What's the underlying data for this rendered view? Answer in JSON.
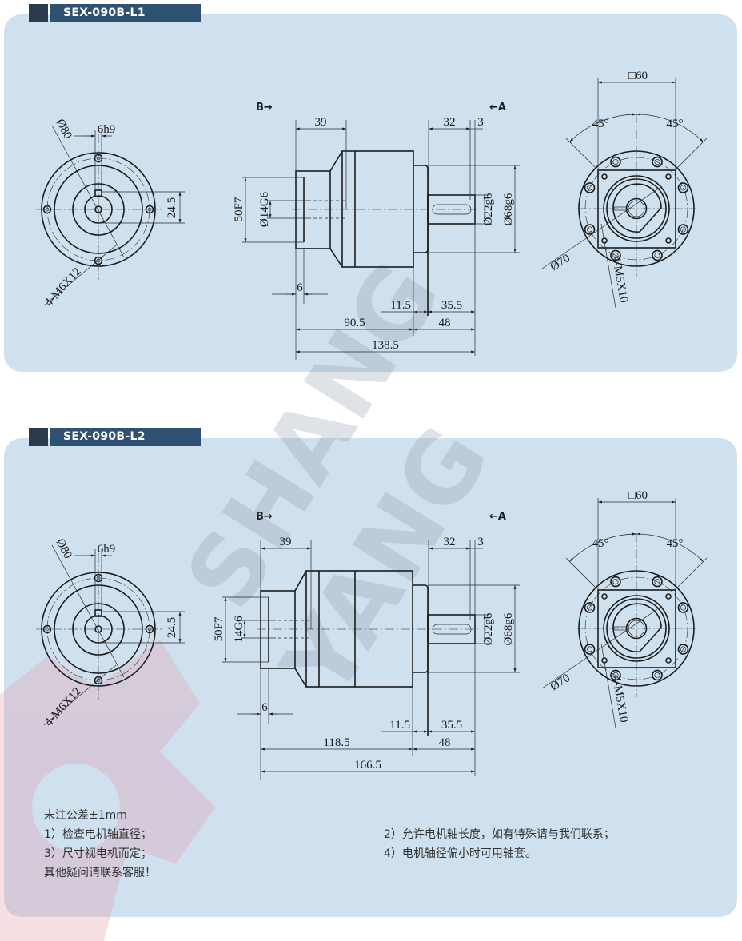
{
  "colors": {
    "panel_bg": "#cfe0ef",
    "tab_bar": "#2f5273",
    "tab_square": "#2b3a4d",
    "line": "#1c1c1c",
    "watermark_gray": "#8f9aa7",
    "watermark_red": "#e3a0ad"
  },
  "watermark": {
    "line1": "SHANG",
    "line2": "YANG"
  },
  "panels": [
    {
      "title": "SEX-090B-L1",
      "view_b": "B→",
      "view_a": "←A",
      "left_view": {
        "dia": "Ø80",
        "key": "6h9",
        "height": "24.5",
        "holes": "4-M6X12"
      },
      "side_view": {
        "pilot": "50F7",
        "bore": "Ø14G6",
        "input_len": "39",
        "shaft_len": "32",
        "shaft_offset": "3",
        "shaft_dia": "Ø22g6",
        "spigot": "Ø68g6",
        "recess": "6",
        "flange": "11.5",
        "shaft_total": "35.5",
        "body": "90.5",
        "output": "48",
        "total": "138.5"
      },
      "right_view": {
        "square": "□60",
        "angle_left": "45°",
        "angle_right": "45°",
        "pcd": "Ø70",
        "holes": "4-M5X10"
      }
    },
    {
      "title": "SEX-090B-L2",
      "view_b": "B→",
      "view_a": "←A",
      "left_view": {
        "dia": "Ø80",
        "key": "6h9",
        "height": "24.5",
        "holes": "4-M6X12"
      },
      "side_view": {
        "pilot": "50F7",
        "bore": "14G6",
        "input_len": "39",
        "shaft_len": "32",
        "shaft_offset": "3",
        "shaft_dia": "Ø22g6",
        "spigot": "Ø68g6",
        "recess": "6",
        "flange": "11.5",
        "shaft_total": "35.5",
        "body": "118.5",
        "output": "48",
        "total": "166.5"
      },
      "right_view": {
        "square": "□60",
        "angle_left": "45°",
        "angle_right": "45°",
        "pcd": "Ø70",
        "holes": "4-M5X10"
      }
    }
  ],
  "notes": {
    "tolerance": "未注公差±1mm",
    "items": [
      "1）检查电机轴直径；",
      "2）允许电机轴长度，如有特殊请与我们联系；",
      "3）尺寸视电机而定；",
      "4）电机轴径偏小时可用轴套。"
    ],
    "footer": "其他疑问请联系客服！"
  }
}
